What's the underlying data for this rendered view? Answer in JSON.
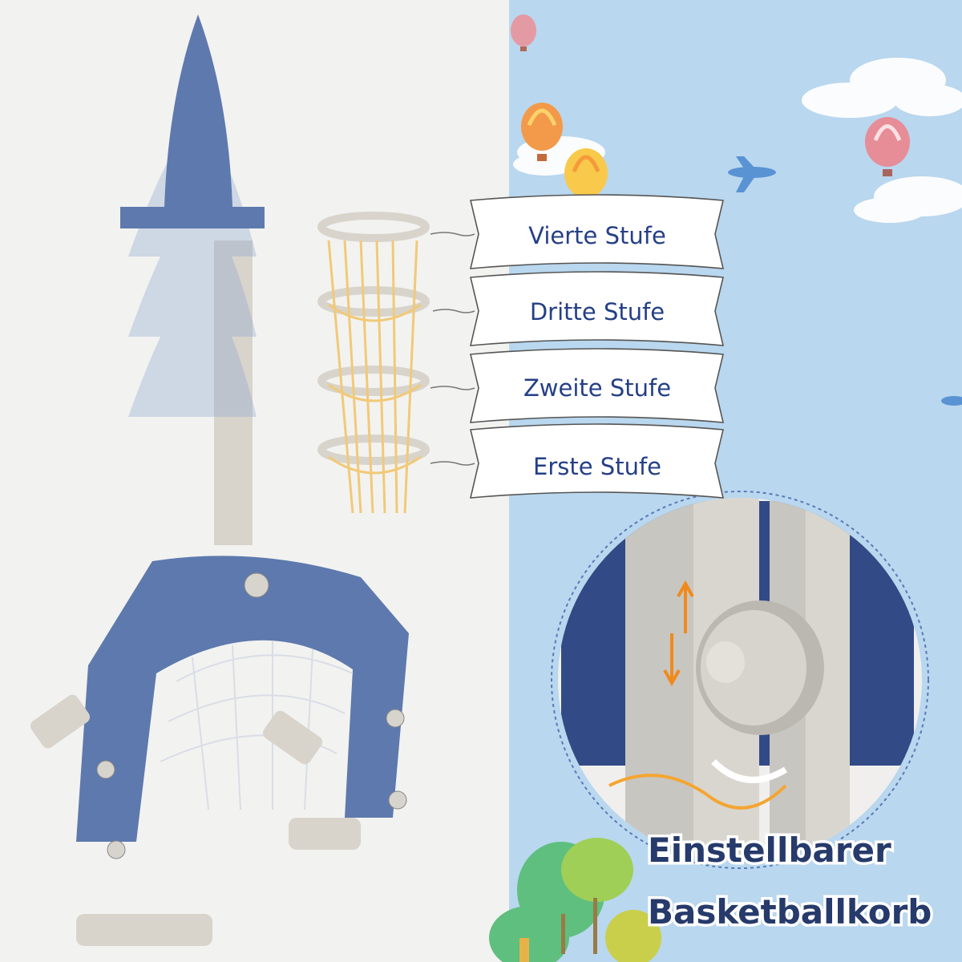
{
  "levels": [
    {
      "label": "Vierte Stufe"
    },
    {
      "label": "Dritte Stufe"
    },
    {
      "label": "Zweite Stufe"
    },
    {
      "label": "Erste Stufe"
    }
  ],
  "title": {
    "line1": "Einstellbarer",
    "line2": "Basketballkorb"
  },
  "colors": {
    "background_left": "#f2f2f0",
    "background_right": "#b9d7ee",
    "product_blue": "#5e79ad",
    "product_grey": "#d8d4cc",
    "net_yellow": "#f1c978",
    "label_text": "#243f86",
    "title_text": "#263a6b",
    "arrow_orange": "#f08a1c"
  }
}
